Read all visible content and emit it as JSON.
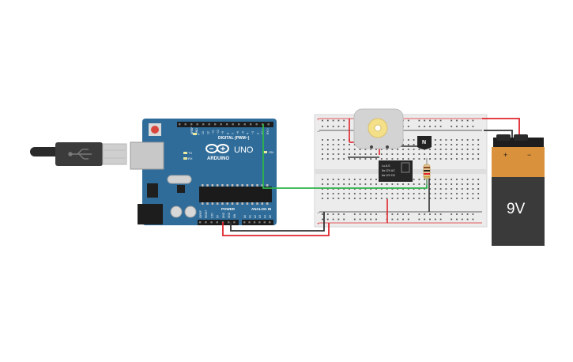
{
  "arduino": {
    "logo": "ARDUINO",
    "model": "UNO",
    "digital_header": "DIGITAL (PWM~)",
    "power_header": "POWER",
    "analog_header": "ANALOG IN",
    "on_label": "ON",
    "tx_label": "TX",
    "rx_label": "RX",
    "l_label": "L",
    "aref_label": "AREF",
    "gnd_label": "GND",
    "digital_pins": [
      "13",
      "12",
      "~11",
      "~10",
      "~9",
      "8",
      "7",
      "~6",
      "~5",
      "4",
      "~3",
      "2",
      "TX 1",
      "RX 0"
    ],
    "power_pins": [
      "IOREF",
      "RESET",
      "3.3V",
      "5V",
      "GND",
      "GND",
      "VIN"
    ],
    "analog_pins": [
      "A0",
      "A1",
      "A2",
      "A3",
      "A4",
      "A5"
    ]
  },
  "battery": {
    "voltage_label": "9V",
    "plus": "+",
    "minus": "−"
  },
  "relay": {
    "line1": "Lu-5-S",
    "line2": "5a 12V AC",
    "line3": "6a 12V DC"
  },
  "transistor": {
    "label": "N"
  },
  "breadboard": {
    "plus": "+",
    "minus": "−"
  },
  "colors": {
    "arduino_board": "#2f6c99",
    "wire_red": "#e0262c",
    "wire_black": "#333333",
    "wire_green": "#2fb34a",
    "battery_top": "#d9913b",
    "battery_body": "#3a3a3a",
    "breadboard": "#ececec"
  }
}
